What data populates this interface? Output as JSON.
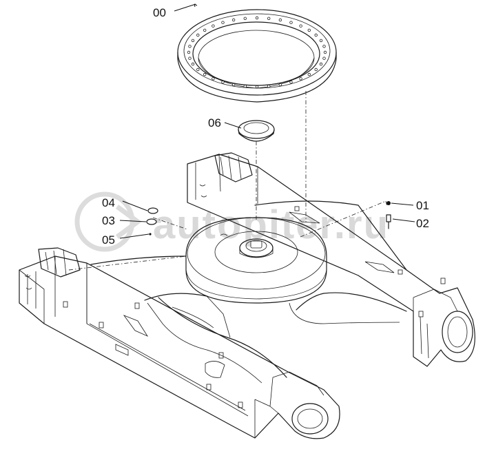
{
  "callouts": {
    "c00": "00",
    "c01": "01",
    "c02": "02",
    "c03": "03",
    "c04": "04",
    "c05": "05",
    "c06": "06"
  },
  "watermark": {
    "text": "autopiter.ru"
  },
  "colors": {
    "line": "#1a1a1a",
    "watermark": "#d9d9d9",
    "background": "#ffffff"
  }
}
